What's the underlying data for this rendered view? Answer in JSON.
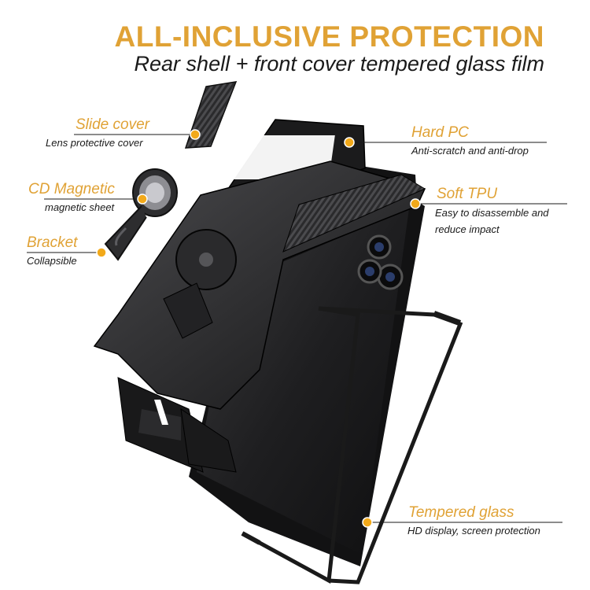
{
  "header": {
    "title": "ALL-INCLUSIVE PROTECTION",
    "subtitle": "Rear shell + front cover tempered glass film"
  },
  "callouts": {
    "slide_cover": {
      "title": "Slide cover",
      "desc": "Lens protective cover"
    },
    "cd_magnetic": {
      "title": "CD Magnetic",
      "desc": "magnetic sheet"
    },
    "bracket": {
      "title": "Bracket",
      "desc": "Collapsible"
    },
    "hard_pc": {
      "title": "Hard PC",
      "desc": "Anti-scratch and anti-drop"
    },
    "soft_tpu": {
      "title": "Soft TPU",
      "desc_line1": "Easy to disassemble and",
      "desc_line2": "reduce impact"
    },
    "tempered_glass": {
      "title": "Tempered glass",
      "desc": "HD display, screen protection"
    }
  },
  "colors": {
    "accent": "#E0A235",
    "dot": "#F2A91A",
    "case": "#1c1c1e",
    "text": "#1a1a1a"
  }
}
